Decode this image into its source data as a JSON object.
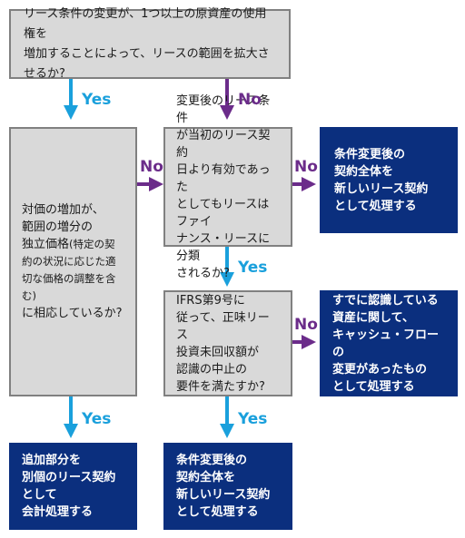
{
  "top_question": {
    "line1": "リース条件の変更が、1つ以上の原資産の使用権を",
    "line2": "増加することによって、リースの範囲を拡大させるか?"
  },
  "left_question": {
    "line1": "対価の増加が、",
    "line2": "範囲の増分の",
    "line3": "独立価格",
    "line3_small": "(特定の契約の状況に応じた適切な価格の調整を含む)",
    "line4": "に相応しているか?"
  },
  "mid_question_1": "変更後のリース条件\nが当初のリース契約\n日より有効であった\nとしてもリースはファイ\nナンス・リースに分類\nされるか?",
  "mid_question_2": "IFRS第9号に\n従って、正味リース\n投資未回収額が\n認識の中止の\n要件を満たすか?",
  "result_right_1": "条件変更後の\n契約全体を\n新しいリース契約\nとして処理する",
  "result_right_2": "すでに認識している\n資産に関して、\nキャッシュ・フローの\n変更があったもの\nとして処理する",
  "result_bottom_left": "追加部分を\n別個のリース契約\nとして\n会計処理する",
  "result_bottom_mid": "条件変更後の\n契約全体を\n新しいリース契約\nとして処理する",
  "labels": {
    "yes": "Yes",
    "no": "No"
  },
  "colors": {
    "navy": "#0b2f7e",
    "gray_fill": "#d9d9d9",
    "gray_border": "#808080",
    "yes_arrow": "#1aa0dc",
    "no_arrow": "#6b2c8a"
  }
}
